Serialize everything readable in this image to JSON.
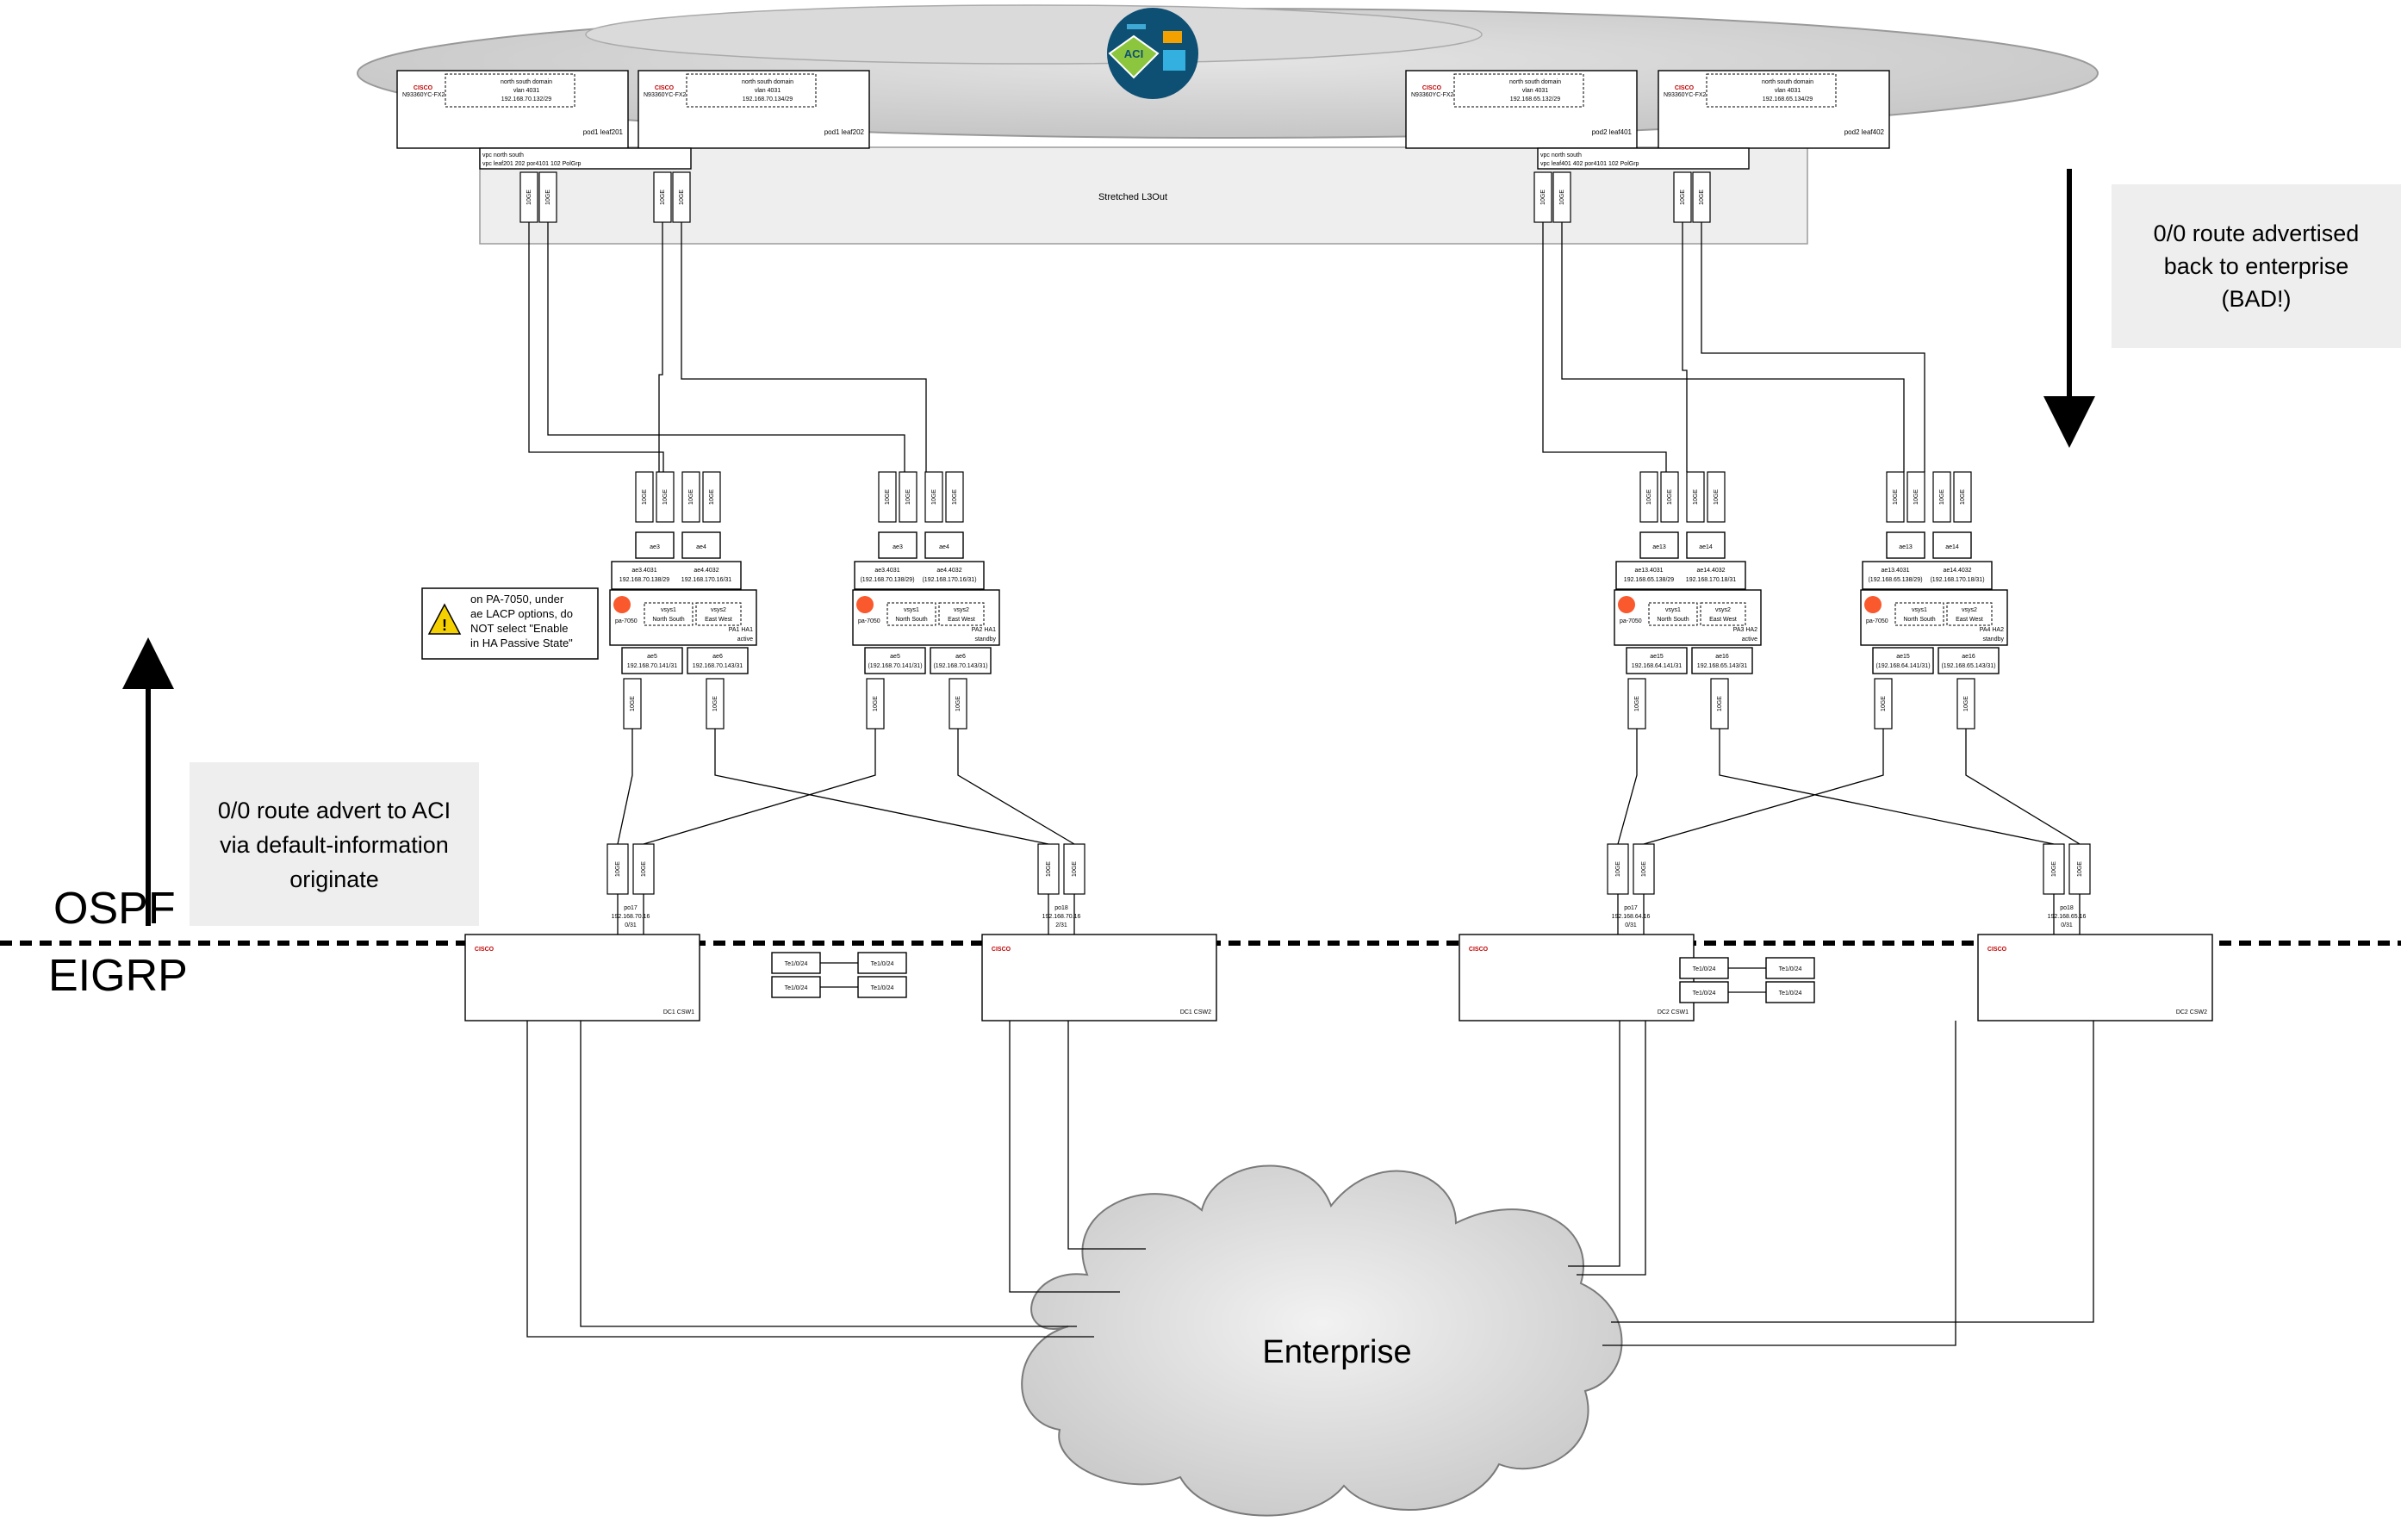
{
  "overlay_text": {
    "routing_ospf": "OSPF",
    "routing_eigrp": "EIGRP",
    "stretched_l3out": "Stretched L3Out",
    "enterprise": "Enterprise",
    "aci_logo": "ACI",
    "callout_top": [
      "0/0 route advertised",
      "back to enterprise",
      "(BAD!)"
    ],
    "callout_left": [
      "0/0 route advert to ACI",
      "via default-information",
      "originate"
    ],
    "warning": [
      "on PA-7050, under",
      "ae LACP options, do",
      "NOT select \"Enable",
      "in HA Passive State\""
    ]
  },
  "leafs": [
    {
      "name": "pod1 leaf201",
      "domain": "north south domain",
      "vlan": "vlan 4031",
      "ip": "192.168.70.132/29",
      "model": "N93360YC-FX2"
    },
    {
      "name": "pod1 leaf202",
      "domain": "north south domain",
      "vlan": "vlan 4031",
      "ip": "192.168.70.134/29",
      "model": "N93360YC-FX2"
    },
    {
      "name": "pod2 leaf401",
      "domain": "north south domain",
      "vlan": "vlan 4031",
      "ip": "192.168.65.132/29",
      "model": "N93360YC-FX2"
    },
    {
      "name": "pod2 leaf402",
      "domain": "north south domain",
      "vlan": "vlan 4031",
      "ip": "192.168.65.134/29",
      "model": "N93360YC-FX2"
    }
  ],
  "vpc_labels": [
    [
      "vpc north south",
      "vpc leaf201 202 por4101 102 PolGrp"
    ],
    [
      "vpc north south",
      "vpc leaf401 402 por4101 102 PolGrp"
    ]
  ],
  "firewalls": [
    {
      "name": "PA1 HA1",
      "state": "active",
      "model": "pa-7050",
      "ae_top": [
        {
          "name": "ae3.4031",
          "ip": "192.168.70.138/29"
        },
        {
          "name": "ae4.4032",
          "ip": "192.168.170.16/31"
        }
      ],
      "ae_top_ports": [
        "ae3",
        "ae4"
      ],
      "ae_bottom": [
        {
          "name": "ae5",
          "ip": "192.168.70.141/31"
        },
        {
          "name": "ae6",
          "ip": "192.168.70.143/31"
        }
      ],
      "vsys": [
        {
          "name": "vsys1",
          "zone": "North South"
        },
        {
          "name": "vsys2",
          "zone": "East West"
        }
      ]
    },
    {
      "name": "PA2 HA1",
      "state": "standby",
      "model": "pa-7050",
      "ae_top": [
        {
          "name": "ae3.4031",
          "ip": "(192.168.70.138/29)"
        },
        {
          "name": "ae4.4032",
          "ip": "(192.168.170.16/31)"
        }
      ],
      "ae_top_ports": [
        "ae3",
        "ae4"
      ],
      "ae_bottom": [
        {
          "name": "ae5",
          "ip": "(192.168.70.141/31)"
        },
        {
          "name": "ae6",
          "ip": "(192.168.70.143/31)"
        }
      ],
      "vsys": [
        {
          "name": "vsys1",
          "zone": "North South"
        },
        {
          "name": "vsys2",
          "zone": "East West"
        }
      ]
    },
    {
      "name": "PA3 HA2",
      "state": "active",
      "model": "pa-7050",
      "ae_top": [
        {
          "name": "ae13.4031",
          "ip": "192.168.65.138/29"
        },
        {
          "name": "ae14.4032",
          "ip": "192.168.170.18/31"
        }
      ],
      "ae_top_ports": [
        "ae13",
        "ae14"
      ],
      "ae_bottom": [
        {
          "name": "ae15",
          "ip": "192.168.64.141/31"
        },
        {
          "name": "ae16",
          "ip": "192.168.65.143/31"
        }
      ],
      "vsys": [
        {
          "name": "vsys1",
          "zone": "North South"
        },
        {
          "name": "vsys2",
          "zone": "East West"
        }
      ]
    },
    {
      "name": "PA4 HA2",
      "state": "standby",
      "model": "pa-7050",
      "ae_top": [
        {
          "name": "ae13.4031",
          "ip": "(192.168.65.138/29)"
        },
        {
          "name": "ae14.4032",
          "ip": "(192.168.170.18/31)"
        }
      ],
      "ae_top_ports": [
        "ae13",
        "ae14"
      ],
      "ae_bottom": [
        {
          "name": "ae15",
          "ip": "(192.168.64.141/31)"
        },
        {
          "name": "ae16",
          "ip": "(192.168.65.143/31)"
        }
      ],
      "vsys": [
        {
          "name": "vsys1",
          "zone": "North South"
        },
        {
          "name": "vsys2",
          "zone": "East West"
        }
      ]
    }
  ],
  "core_switches": [
    {
      "name": "DC1 CSW1",
      "po": "po17",
      "ip": "192.168.70.16",
      "mask": "0/31"
    },
    {
      "name": "DC1 CSW2",
      "po": "po18",
      "ip": "192.168.70.16",
      "mask": "2/31"
    },
    {
      "name": "DC2 CSW1",
      "po": "po17",
      "ip": "192.168.64.16",
      "mask": "0/31"
    },
    {
      "name": "DC2 CSW2",
      "po": "po18",
      "ip": "192.168.65.16",
      "mask": "0/31"
    }
  ],
  "interlink_ports": [
    "Te1/0/24",
    "Te1/0/24"
  ],
  "port_tag_leaf": "10GE",
  "port_tag_fw": "10GE",
  "port_tag_core": "10GE",
  "vendor_mark": "CISCO",
  "pa_mark": "pa-7050"
}
